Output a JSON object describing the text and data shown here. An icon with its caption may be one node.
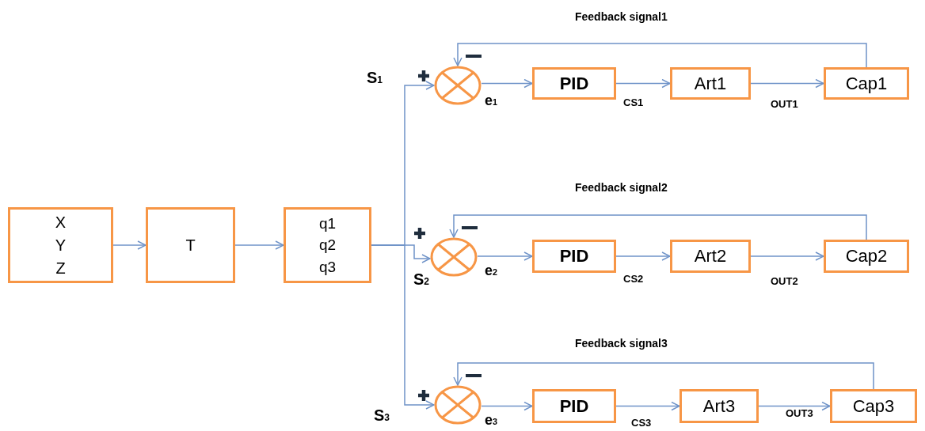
{
  "diagram": {
    "nodes": [
      {
        "text": [
          "X Y Z"
        ]
      },
      {
        "text": [
          "T"
        ]
      },
      {
        "text": [
          "q1 q2 q3"
        ]
      },
      {
        "text": [],
        "shape": "circle"
      },
      {
        "text": [
          "PID"
        ]
      },
      {
        "text": [
          "Art1"
        ]
      },
      {
        "text": [
          "Cap1"
        ]
      },
      {
        "text": [],
        "shape": "circle"
      },
      {
        "text": [
          "PID"
        ]
      },
      {
        "text": [
          "Art2"
        ]
      },
      {
        "text": [
          "Cap2"
        ]
      },
      {
        "text": [],
        "shape": "circle"
      },
      {
        "text": [
          "PID"
        ]
      },
      {
        "text": [
          "Art3"
        ]
      },
      {
        "text": [
          "Cap3"
        ]
      }
    ],
    "edges": [
      {
        "from": 0,
        "to": 1,
        "arrow": "to"
      },
      {
        "from": 1,
        "to": 2,
        "arrow": "to"
      },
      {
        "from": 2,
        "to": 3,
        "arrow": "to",
        "label": "S$_{1}$"
      },
      {
        "from": 3,
        "to": 4,
        "arrow": "to",
        "label": "e$_{1}$"
      },
      {
        "from": 4,
        "to": 5,
        "arrow": "to",
        "label": "CS1"
      },
      {
        "from": 5,
        "to": 6,
        "arrow": "to",
        "label": "OUT1"
      },
      {
        "from": 6,
        "to": 3,
        "arrow": "to",
        "label": "Feedback signal1"
      },
      {
        "from": 2,
        "to": 7,
        "arrow": "to",
        "label": "S$_{2}$"
      },
      {
        "from": 7,
        "to": 8,
        "arrow": "to",
        "label": "e$_{2}$"
      },
      {
        "from": 8,
        "to": 9,
        "arrow": "to",
        "label": "CS2"
      },
      {
        "from": 9,
        "to": 10,
        "arrow": "to",
        "label": "OUT2"
      },
      {
        "from": 10,
        "to": 7,
        "arrow": "to",
        "label": "Feedback signal2"
      },
      {
        "from": 2,
        "to": 11,
        "arrow": "to",
        "label": "S$_{3}$"
      },
      {
        "from": 11,
        "to": 12,
        "arrow": "to",
        "label": "e$_{3}$"
      },
      {
        "from": 12,
        "to": 13,
        "arrow": "to",
        "label": "CS3"
      },
      {
        "from": 13,
        "to": 14,
        "arrow": "to",
        "label": "OUT3"
      },
      {
        "from": 14,
        "to": 11,
        "arrow": "to",
        "label": "Feedback signal3"
      }
    ]
  }
}
